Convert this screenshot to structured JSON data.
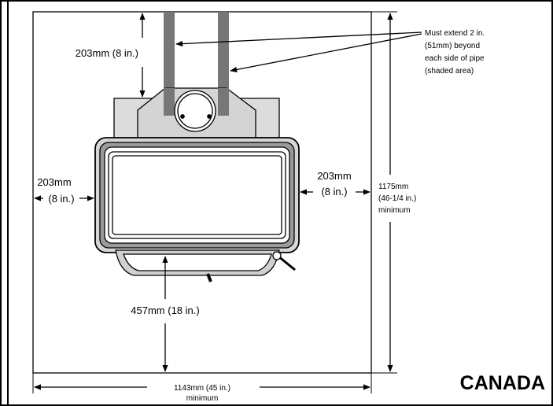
{
  "diagram": {
    "pipe_note": {
      "line1": "Must extend 2 in.",
      "line2": "(51mm) beyond",
      "line3": "each side of pipe",
      "line4": "(shaded area)"
    },
    "top_clearance": "203mm (8 in.)",
    "left_clearance": {
      "line1": "203mm",
      "line2": "(8 in.)"
    },
    "right_clearance": {
      "line1": "203mm",
      "line2": "(8 in.)"
    },
    "front_clearance": "457mm (18 in.)",
    "depth": {
      "line1": "1175mm",
      "line2": "(46-1/4 in.)",
      "line3": "minimum"
    },
    "width": {
      "line1": "1143mm (45 in.)",
      "line2": "minimum"
    },
    "region": "CANADA"
  }
}
